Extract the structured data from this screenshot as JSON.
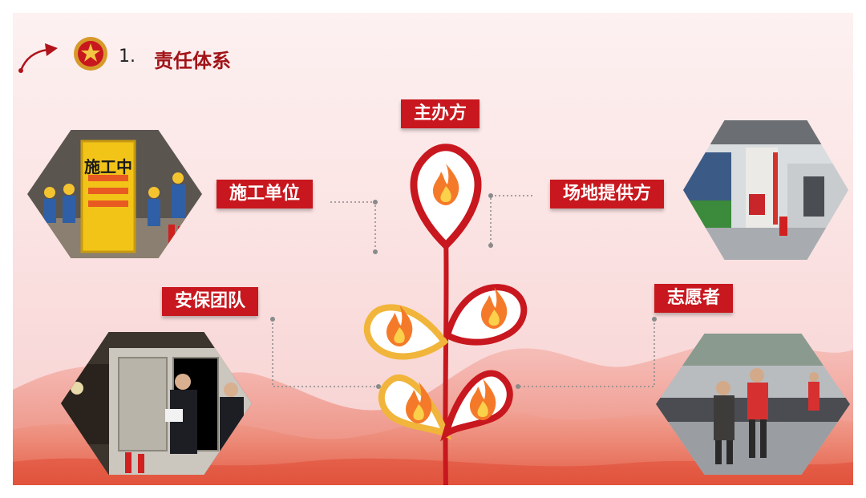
{
  "header": {
    "number": "1.",
    "title": "责任体系"
  },
  "center": {
    "label": "主办方"
  },
  "nodes": {
    "construction": {
      "label": "施工单位",
      "sign_text": "施工中"
    },
    "venue": {
      "label": "场地提供方"
    },
    "security": {
      "label": "安保团队"
    },
    "volunteer": {
      "label": "志愿者"
    }
  },
  "colors": {
    "primary_red": "#c8171e",
    "gold": "#f0b53a",
    "flame_orange": "#f47a2a"
  }
}
